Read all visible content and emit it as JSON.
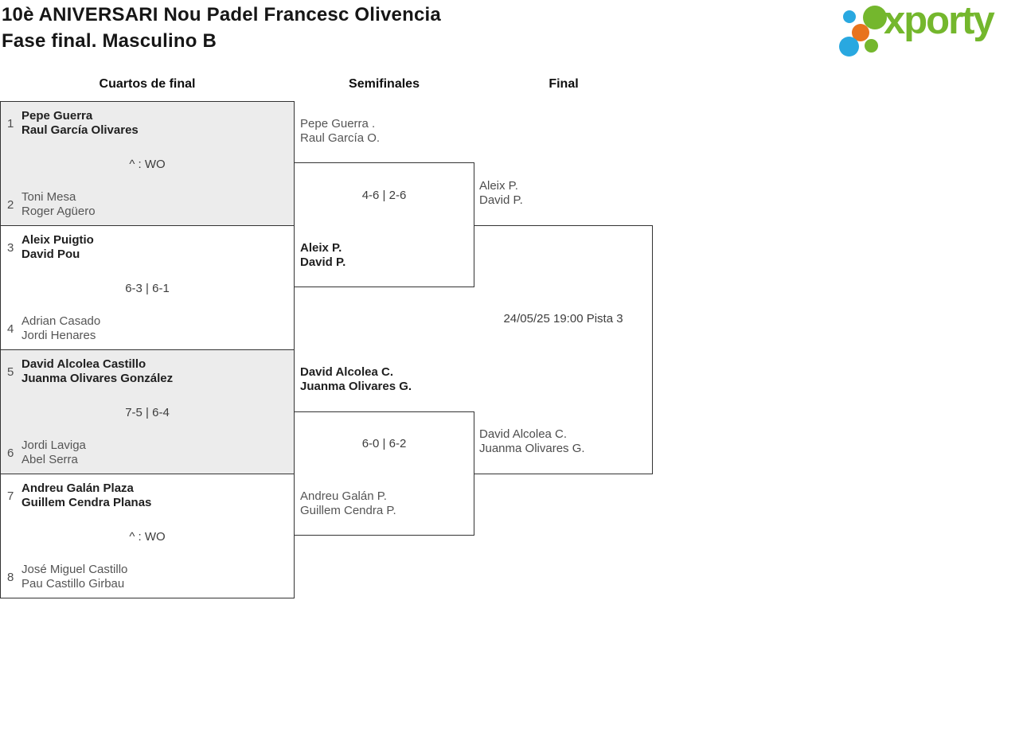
{
  "header": {
    "title_line1": "10è ANIVERSARI Nou Padel Francesc Olivencia",
    "title_line2": "Fase final. Masculino B",
    "logo_text": "xporty"
  },
  "colors": {
    "logo_green": "#74b72d",
    "logo_blue": "#29a8e0",
    "logo_orange": "#e8731c",
    "winner_text": "#1f1f1f",
    "loser_text": "#555555",
    "box_border": "#333333",
    "shaded_box_bg": "#ececec"
  },
  "round_headers": [
    {
      "label": "Cuartos de final"
    },
    {
      "label": "Semifinales"
    },
    {
      "label": "Final"
    }
  ],
  "quarterfinals": [
    {
      "seed_top": "1",
      "top_line1": "Pepe Guerra",
      "top_line2": "Raul García Olivares",
      "score": "^ : WO",
      "seed_bottom": "2",
      "bottom_line1": "Toni Mesa",
      "bottom_line2": "Roger Agüero",
      "winner": "top"
    },
    {
      "seed_top": "3",
      "top_line1": "Aleix Puigtio",
      "top_line2": "David Pou",
      "score": "6-3 | 6-1",
      "seed_bottom": "4",
      "bottom_line1": "Adrian Casado",
      "bottom_line2": "Jordi Henares",
      "winner": "top"
    },
    {
      "seed_top": "5",
      "top_line1": "David Alcolea Castillo",
      "top_line2": "Juanma Olivares González",
      "score": "7-5 | 6-4",
      "seed_bottom": "6",
      "bottom_line1": "Jordi Laviga",
      "bottom_line2": "Abel Serra",
      "winner": "top"
    },
    {
      "seed_top": "7",
      "top_line1": "Andreu Galán Plaza",
      "top_line2": "Guillem Cendra Planas",
      "score": "^ : WO",
      "seed_bottom": "8",
      "bottom_line1": "José Miguel Castillo",
      "bottom_line2": "Pau Castillo Girbau",
      "winner": "top"
    }
  ],
  "semifinals": [
    {
      "top_line1": "Pepe Guerra .",
      "top_line2": "Raul García O.",
      "score": "4-6 | 2-6",
      "bottom_line1": "Aleix P.",
      "bottom_line2": "David P.",
      "winner": "bottom"
    },
    {
      "top_line1": "David Alcolea C.",
      "top_line2": "Juanma Olivares G.",
      "score": "6-0 | 6-2",
      "bottom_line1": "Andreu Galán P.",
      "bottom_line2": "Guillem Cendra P.",
      "winner": "top"
    }
  ],
  "final": {
    "top_line1": "Aleix P.",
    "top_line2": "David P.",
    "schedule": "24/05/25 19:00 Pista 3",
    "bottom_line1": "David Alcolea C.",
    "bottom_line2": "Juanma Olivares G.",
    "winner": ""
  }
}
